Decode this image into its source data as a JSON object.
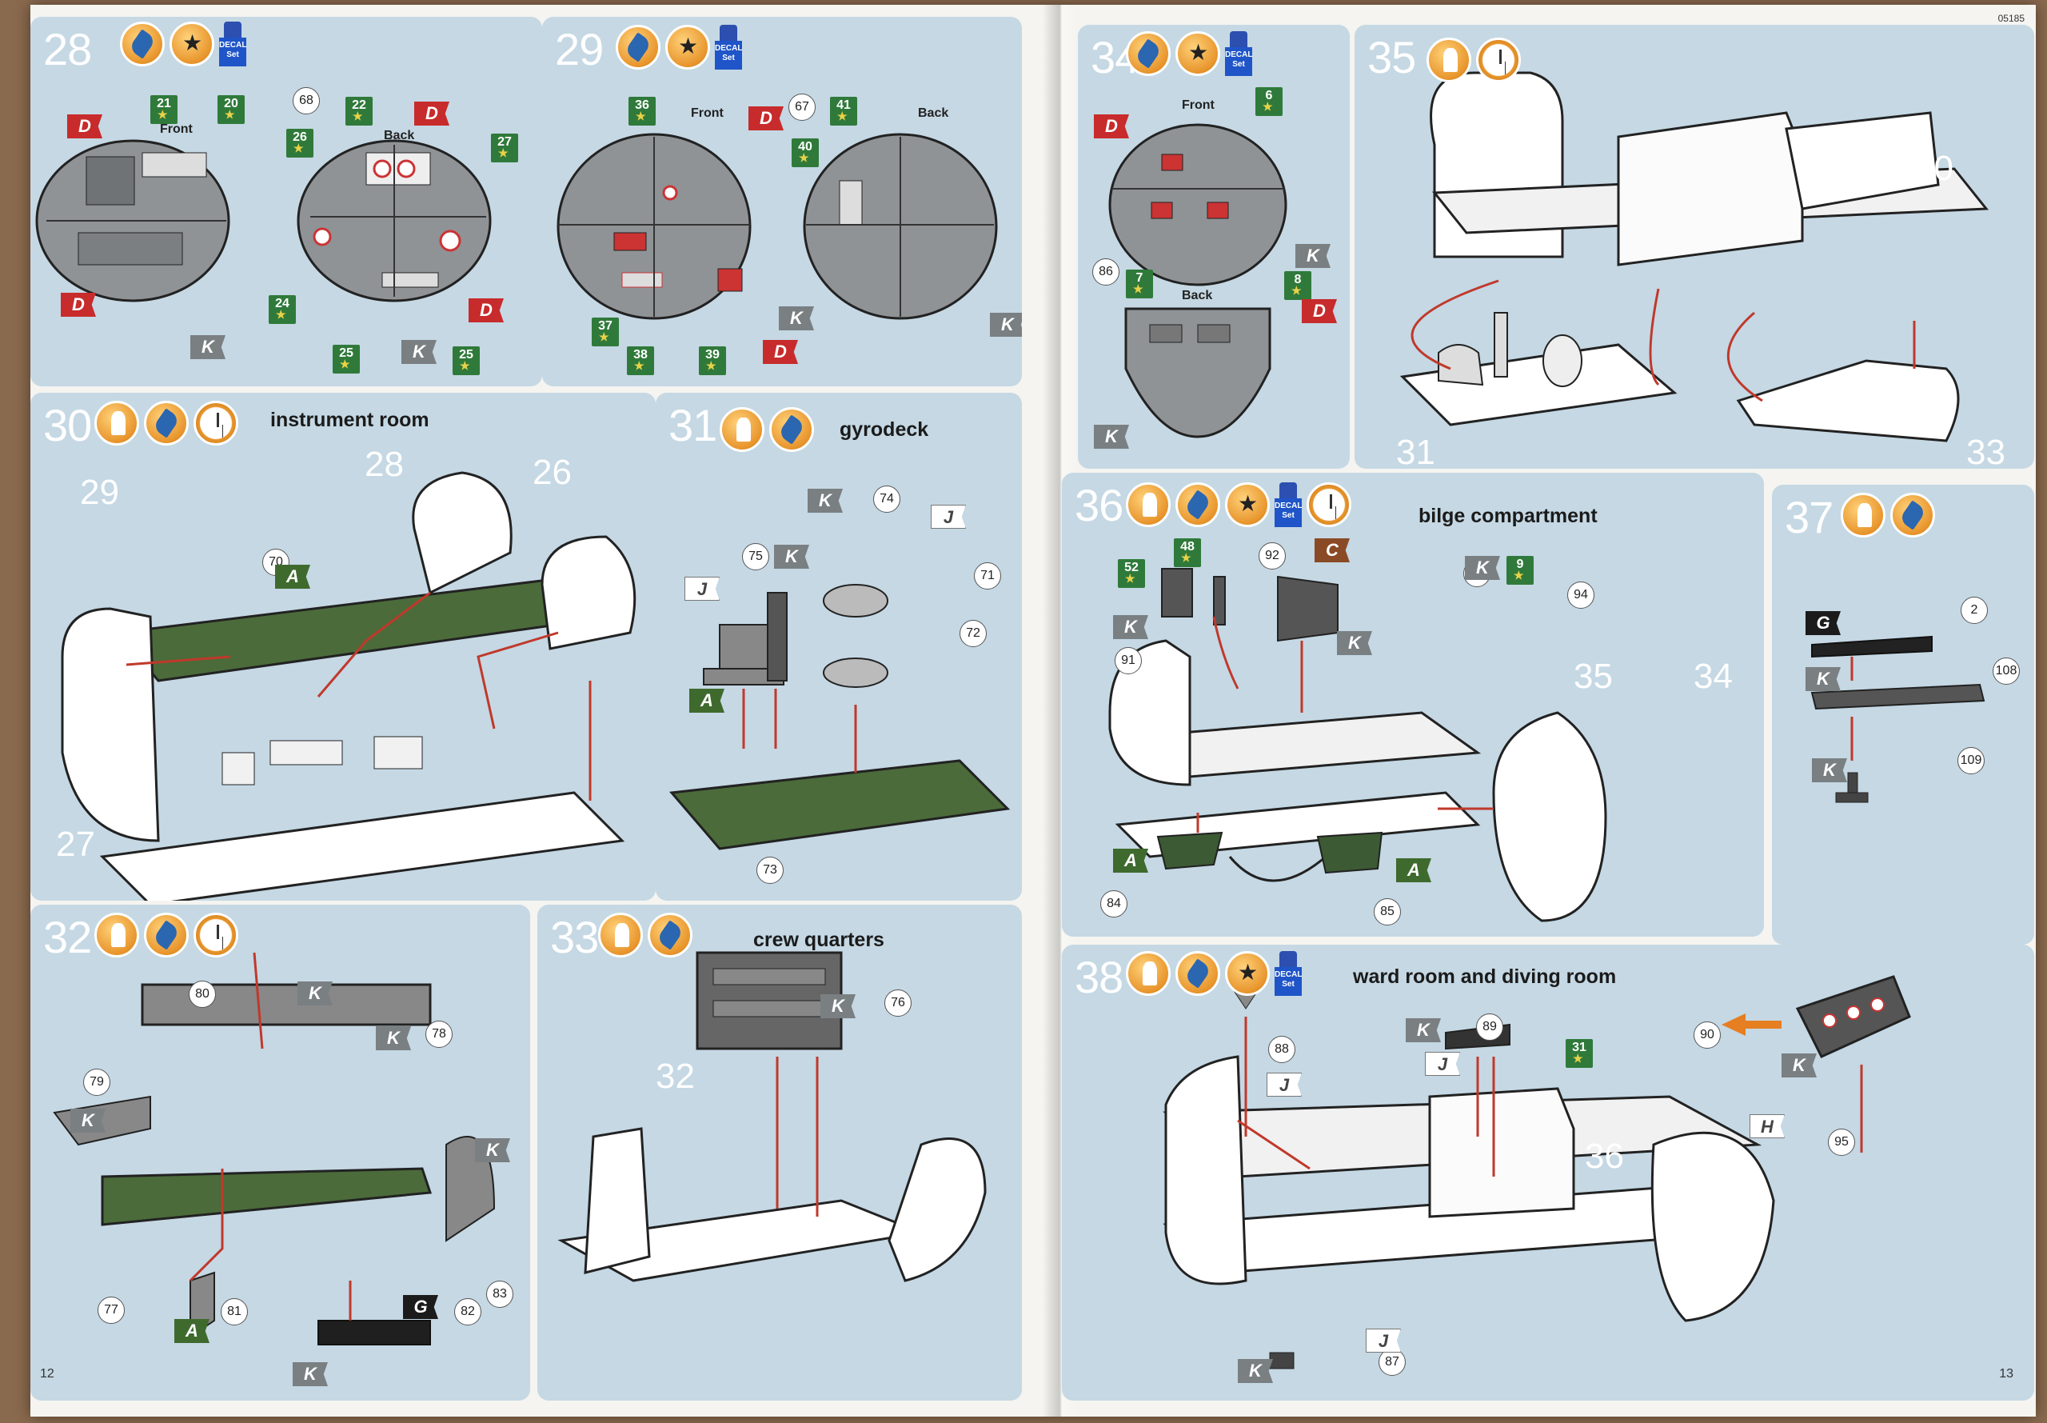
{
  "document": {
    "code": "05185",
    "left_page_number": "12",
    "right_page_number": "13"
  },
  "decal_label": "DECAL Set",
  "steps": {
    "s28": {
      "number": "28",
      "labels": [
        "Front",
        "Back"
      ],
      "parts": [
        "68"
      ],
      "decals": [
        "21",
        "20",
        "22",
        "27",
        "26",
        "24",
        "25",
        "25"
      ],
      "flags": [
        "D",
        "D",
        "D",
        "D",
        "K",
        "K"
      ]
    },
    "s29": {
      "number": "29",
      "labels": [
        "Front",
        "Back"
      ],
      "parts": [
        "67"
      ],
      "decals": [
        "36",
        "40",
        "41",
        "37",
        "38",
        "39"
      ],
      "flags": [
        "D",
        "D",
        "K",
        "K"
      ]
    },
    "s34": {
      "number": "34",
      "labels": [
        "Front",
        "Back"
      ],
      "parts": [
        "86"
      ],
      "decals": [
        "6",
        "7",
        "8"
      ],
      "flags": [
        "D",
        "D",
        "K",
        "K"
      ]
    },
    "s35": {
      "number": "35",
      "part_labels": [
        "30",
        "31",
        "33"
      ]
    },
    "s30": {
      "number": "30",
      "caption": "instrument room",
      "part_labels": [
        "28",
        "26",
        "29",
        "27"
      ],
      "parts": [
        "70"
      ],
      "flags": [
        "A"
      ]
    },
    "s31": {
      "number": "31",
      "caption": "gyrodeck",
      "parts": [
        "74",
        "75",
        "71",
        "72",
        "73"
      ],
      "flags": [
        "K",
        "K",
        "J",
        "J",
        "A"
      ]
    },
    "s36": {
      "number": "36",
      "caption": "bilge compartment",
      "part_labels": [
        "35",
        "34"
      ],
      "parts": [
        "92",
        "93",
        "94",
        "91",
        "84",
        "85"
      ],
      "decals": [
        "52",
        "48",
        "9"
      ],
      "flags": [
        "C",
        "K",
        "K",
        "K",
        "A",
        "A"
      ]
    },
    "s37": {
      "number": "37",
      "parts": [
        "2",
        "108",
        "109"
      ],
      "flags": [
        "G",
        "K",
        "K"
      ]
    },
    "s32": {
      "number": "32",
      "parts": [
        "80",
        "78",
        "79",
        "83",
        "77",
        "81",
        "82"
      ],
      "flags": [
        "K",
        "K",
        "K",
        "K",
        "A",
        "K",
        "G"
      ]
    },
    "s33": {
      "number": "33",
      "caption": "crew quarters",
      "part_labels": [
        "32"
      ],
      "parts": [
        "76"
      ],
      "flags": [
        "K"
      ]
    },
    "s38": {
      "number": "38",
      "caption": "ward room and diving room",
      "part_labels": [
        "36"
      ],
      "parts": [
        "88",
        "89",
        "90",
        "95",
        "87"
      ],
      "decals": [
        "31"
      ],
      "flags": [
        "K",
        "J",
        "J",
        "K",
        "H",
        "K",
        "J"
      ]
    }
  }
}
